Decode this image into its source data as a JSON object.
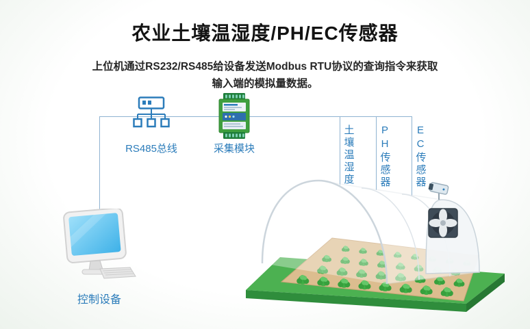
{
  "header": {
    "title": "农业土壤温湿度/PH/EC传感器",
    "subtitle_line1": "上位机通过RS232/RS485给设备发送Modbus RTU协议的查询指令来获取",
    "subtitle_line2": "输入端的模拟量数据。"
  },
  "diagram": {
    "bus_label": "RS485总线",
    "module_label": "采集模块",
    "sensor_labels": [
      "土壤温湿度",
      "PH传感器",
      "EC传感器"
    ],
    "control_label": "控制设备"
  },
  "colors": {
    "accent_blue": "#2b7cba",
    "connector_line": "#8fb3d1",
    "platform_green": "#4cb151",
    "plant_green": "#3fae45",
    "soil_tan": "#dcbd8f",
    "title_color": "#131313"
  }
}
